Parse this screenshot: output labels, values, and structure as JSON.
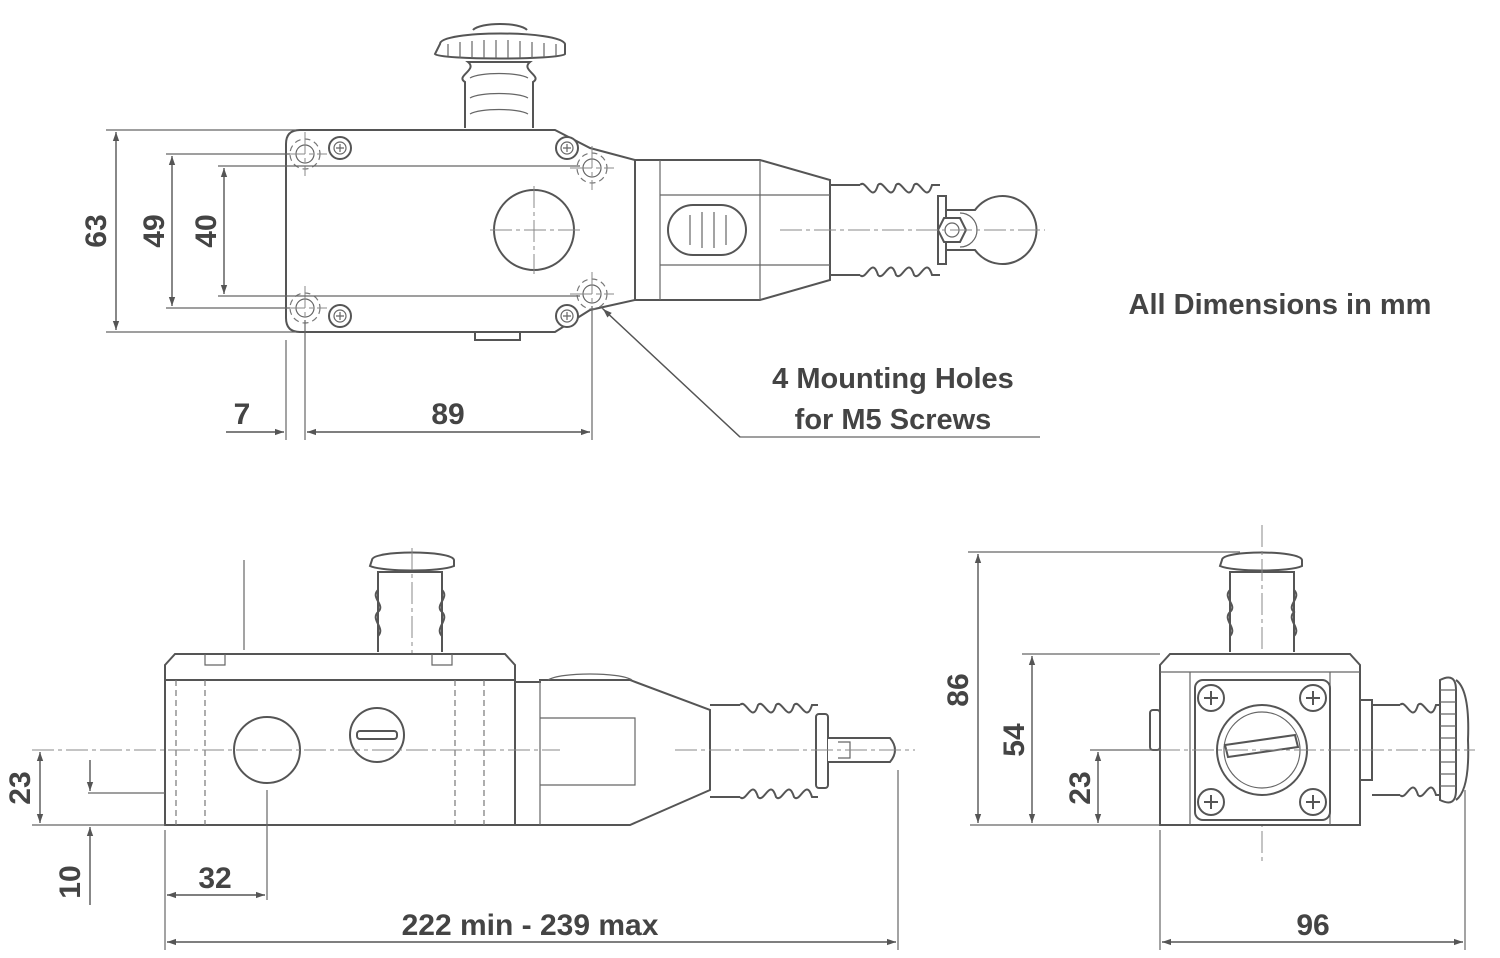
{
  "notes": {
    "units": "All Dimensions in mm",
    "holes_line1": "4 Mounting Holes",
    "holes_line2": "for M5 Screws"
  },
  "top_view": {
    "dim_height": "63",
    "dim_hole_pitch_v": "49",
    "dim_inner": "40",
    "dim_offset": "7",
    "dim_hole_pitch_h": "89"
  },
  "side_view": {
    "dim_axis_height": "23",
    "dim_foot": "10",
    "dim_hole_dist": "32",
    "dim_length": "222 min - 239 max"
  },
  "end_view": {
    "dim_total_height": "86",
    "dim_body_height": "54",
    "dim_axis_height": "23",
    "dim_width": "96"
  }
}
